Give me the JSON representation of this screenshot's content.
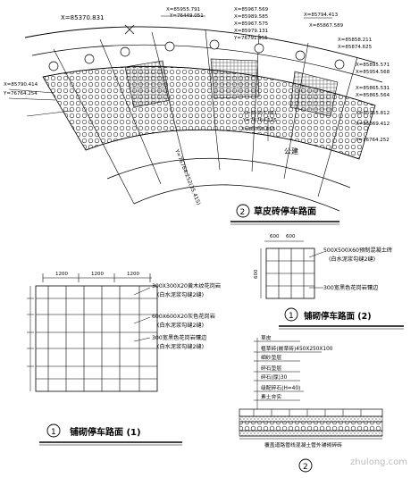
{
  "plan": {
    "top_coord": "X=85370.831",
    "coords": [
      "X=85955.791",
      "Y=76449.051",
      "X=85967.569",
      "X=85989.585",
      "X=85967.575",
      "X=85979.131",
      "Y=76791.955",
      "X=85794.413",
      "X=85867.589",
      "X=85858.211",
      "X=85874.625",
      "X=85895.571",
      "X=85954.568",
      "X=85865.531",
      "X=85865.564",
      "X=85955.812",
      "X=85869.412",
      "Y=76764.252",
      "X=85955.861",
      "Y=76764.125",
      "X=85756.855",
      "X=85790.414",
      "Y=76764.254"
    ],
    "vertical_label": "Y=76764.252(35.415)",
    "road_label": "公建"
  },
  "detail_grass": {
    "index": "2",
    "title": "草皮砖停车路面"
  },
  "detail_paving1": {
    "dims": [
      "1200",
      "1200",
      "1200"
    ],
    "notes": [
      "300X300X20黄木纹花岗岩",
      "(白水泥浆勾缝2缝)",
      "600X600X20灰色花岗岩",
      "(白水泥浆勾缝2缝)",
      "300宽黑色花岗岩镶边",
      "(白水泥浆勾缝2缝)"
    ],
    "index": "1",
    "title": "铺砌停车路面 (1)"
  },
  "detail_paving2": {
    "dims": [
      "600",
      "600"
    ],
    "side_dim": "600",
    "notes": [
      "500X500X60预制混凝土砖",
      "(白水泥浆勾缝2缝)",
      "300宽黑色花岗岩镶边"
    ],
    "index": "1",
    "title": "铺砌停车路面 (2)"
  },
  "section": {
    "layers": [
      "草皮",
      "植草砖(嵌草砖)450X250X100",
      "细砂垫层",
      "碎石垫层",
      "碎石(厚)30",
      "级配碎石(H=40)",
      "素土夯实"
    ],
    "bottom_note": "覆盖道路管线混凝土管外铺砌碎砖",
    "index": "2"
  },
  "watermark": "zhulong.com"
}
